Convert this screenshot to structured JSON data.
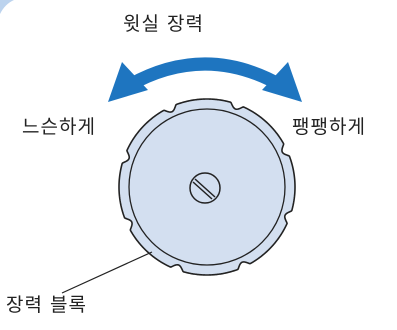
{
  "labels": {
    "top": "윗실 장력",
    "left": "느슨하게",
    "right": "팽팽하게",
    "bottom": "장력 블록"
  },
  "colors": {
    "arrow": "#1e75c0",
    "dial_fill": "#d3dff0",
    "outline": "#222222",
    "corner_accent": "#bcd3ee",
    "background": "#ffffff"
  },
  "icons": {
    "direction": "double-headed-curved-arrow",
    "screw": "slotted-screw-icon"
  }
}
